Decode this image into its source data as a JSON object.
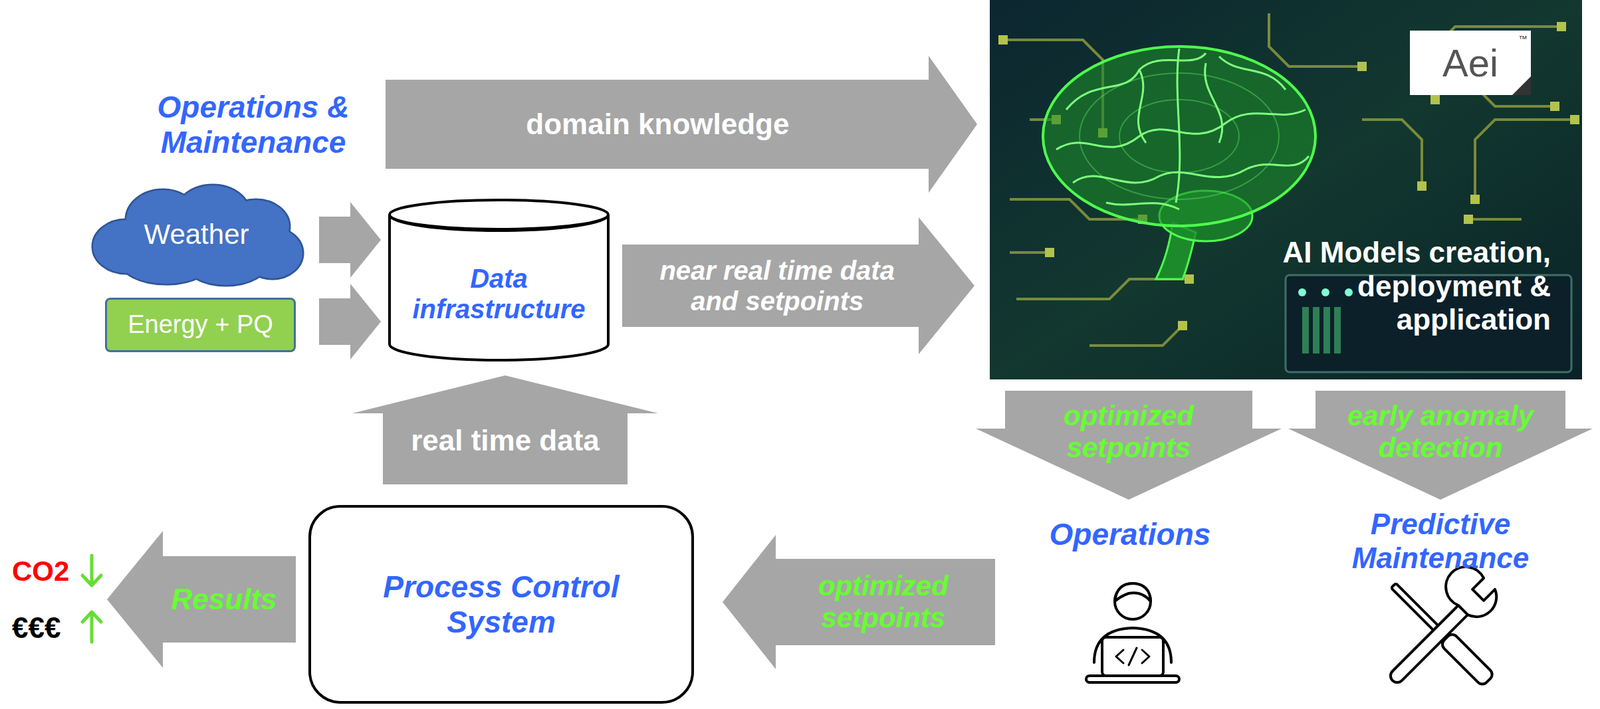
{
  "diagram": {
    "nodes": [
      {
        "text": [
          "Operations & Maintenance"
        ]
      },
      {
        "text": [
          "Weather"
        ]
      },
      {
        "text": [
          "Energy + PQ"
        ]
      },
      {
        "text": [
          "Data infrastructure"
        ]
      },
      {
        "text": [
          "AI Models creation, deployment & application"
        ]
      },
      {
        "text": [
          "Operations"
        ]
      },
      {
        "text": [
          "Predictive Maintenance"
        ]
      },
      {
        "text": [
          "Process Control System"
        ]
      },
      {
        "text": [
          "CO2",
          "€€€"
        ]
      }
    ],
    "edges": [
      {
        "from": 0,
        "to": 4,
        "label": "domain knowledge",
        "arrow": "to"
      },
      {
        "from": 1,
        "to": 3,
        "arrow": "to"
      },
      {
        "from": 2,
        "to": 3,
        "arrow": "to"
      },
      {
        "from": 3,
        "to": 4,
        "label": "near real time data and setpoints",
        "arrow": "to"
      },
      {
        "from": 7,
        "to": 3,
        "label": "real time data",
        "arrow": "to"
      },
      {
        "from": 4,
        "to": 5,
        "label": "optimized setpoints",
        "arrow": "to"
      },
      {
        "from": 4,
        "to": 6,
        "label": "early anomaly detection",
        "arrow": "to"
      },
      {
        "from": 5,
        "to": 7,
        "label": "optimized setpoints",
        "arrow": "to"
      },
      {
        "from": 7,
        "to": 8,
        "label": "Results",
        "arrow": "to"
      }
    ],
    "labels": [
      "Aei",
      "™"
    ]
  }
}
